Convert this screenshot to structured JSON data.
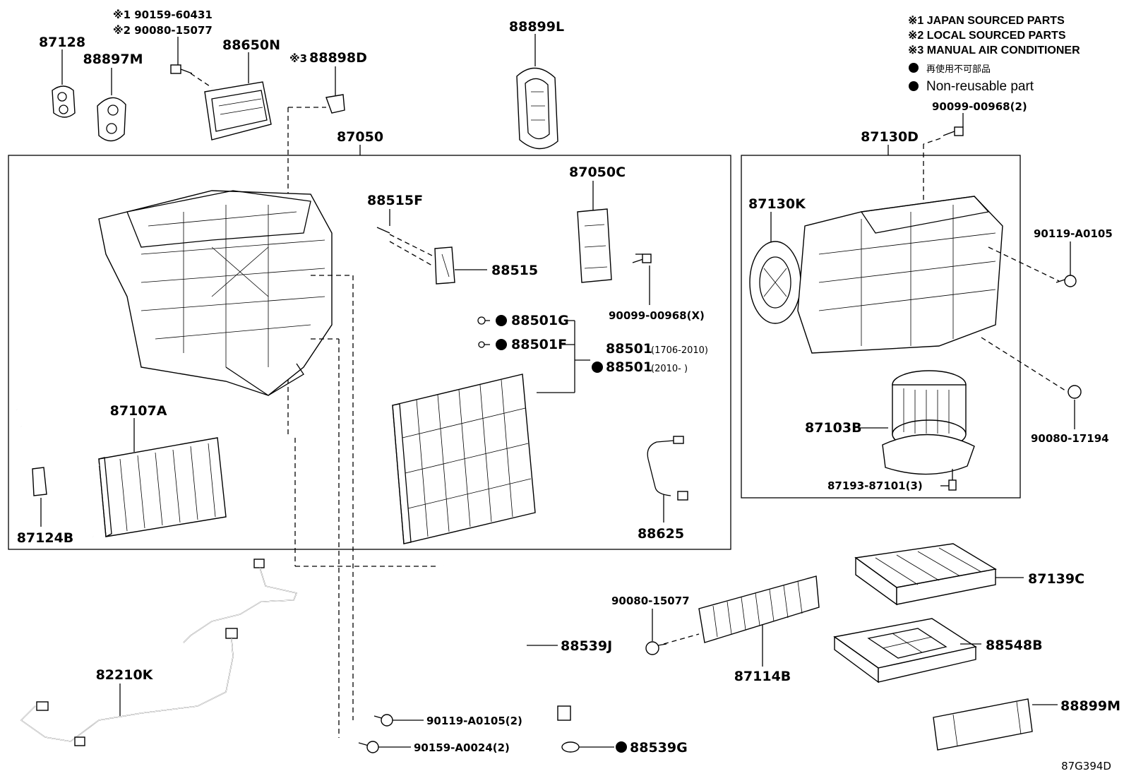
{
  "notes": {
    "n1": "※1 JAPAN SOURCED PARTS",
    "n2": "※2 LOCAL SOURCED PARTS",
    "n3": "※3 MANUAL AIR CONDITIONER",
    "n4": "再使用不可部品",
    "n5": "Non-reusable part"
  },
  "diagram_code": "87G394D",
  "groups": {
    "main_unit": "87050",
    "blower_unit": "87130D"
  },
  "parts": {
    "p87128": "87128",
    "p88897M": "88897M",
    "p90159_60431": "※1 90159-60431",
    "p90080_15077_top": "※2 90080-15077",
    "p88650N": "88650N",
    "p88898D_prefix": "※3",
    "p88898D": "88898D",
    "p88899L": "88899L",
    "p90099_00968_2": "90099-00968(2)",
    "p87050C": "87050C",
    "p88515F": "88515F",
    "p88515": "88515",
    "p90099_00968_X": "90099-00968(X)",
    "p88501G": "88501G",
    "p88501F": "88501F",
    "p88501_a": "88501",
    "p88501_a_range": "(1706-2010)",
    "p88501_b": "88501",
    "p88501_b_range": "(2010-      )",
    "p87107A": "87107A",
    "p87124B": "87124B",
    "p88625": "88625",
    "p87130K": "87130K",
    "p90119_A0105": "90119-A0105",
    "p87103B": "87103B",
    "p90080_17194": "90080-17194",
    "p87193_87101_3": "87193-87101(3)",
    "p87139C": "87139C",
    "p90080_15077": "90080-15077",
    "p87114B": "87114B",
    "p88548B": "88548B",
    "p88899M": "88899M",
    "p82210K": "82210K",
    "p88539J": "88539J",
    "p90119_A0105_2": "90119-A0105(2)",
    "p90159_A0024_2": "90159-A0024(2)",
    "p88539G": "88539G"
  }
}
